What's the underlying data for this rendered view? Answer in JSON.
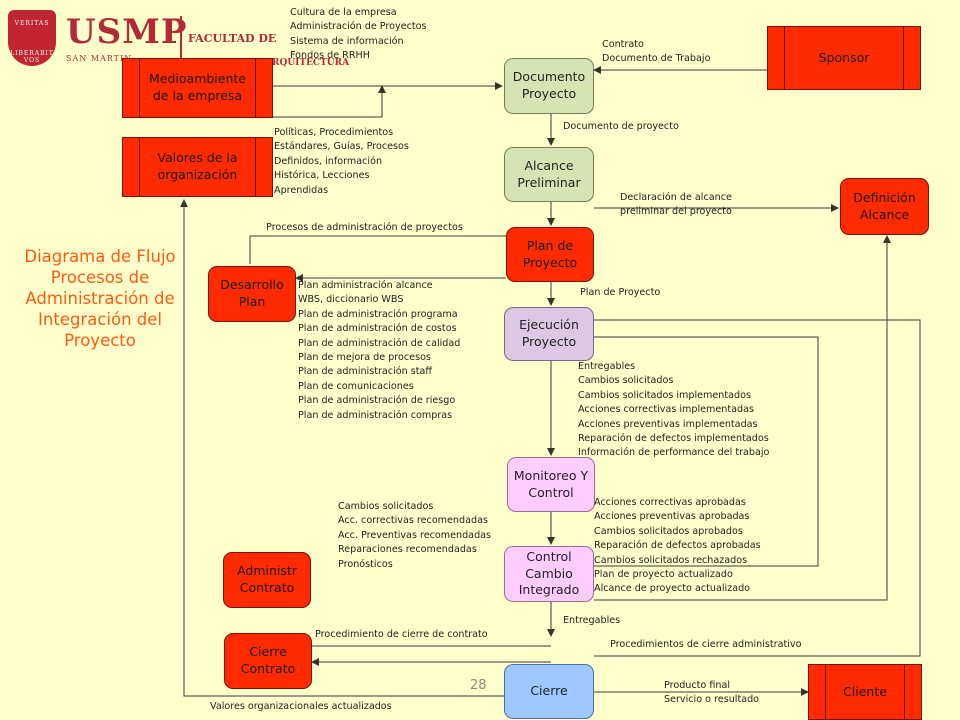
{
  "diagram": {
    "title": "Diagrama de Flujo Procesos de Administración de Integración del Proyecto",
    "page_number": "28",
    "logo": {
      "brand": "USMP",
      "faculty": "FACULTAD DE",
      "university": "SAN MARTIN",
      "shield_top": "VERITAS",
      "shield_bottom": "LIBERABIT VOS",
      "arq": "RQUITECTURA"
    },
    "nodes": {
      "medioambiente": "Medioambiente de la empresa",
      "valores": "Valores de la organización",
      "sponsor": "Sponsor",
      "documento": "Documento Proyecto",
      "alcance": "Alcance Preliminar",
      "definicion": "Definición Alcance",
      "plan": "Plan de Proyecto",
      "desarrollo": "Desarrollo Plan",
      "ejecucion": "Ejecución Proyecto",
      "monitoreo": "Monitoreo Y Control",
      "control": "Control Cambio Integrado",
      "administr": "Administr Contrato",
      "cierre_contrato": "Cierre Contrato",
      "cierre": "Cierre",
      "cliente": "Cliente"
    },
    "labels": {
      "cultura": [
        "Cultura de la empresa",
        "Administración de Proyectos",
        "Sistema de información",
        "Fondos de RRHH"
      ],
      "contrato": [
        "Contrato",
        "Documento de Trabajo"
      ],
      "politicas": [
        "Políticas, Procedimientos",
        "Estándares, Guías, Procesos",
        "Definidos, información",
        "Histórica, Lecciones",
        "Aprendidas"
      ],
      "documento_proyecto": [
        "Documento de proyecto"
      ],
      "declaracion": [
        "Declaración de alcance",
        "preliminar del proyecto"
      ],
      "procesos_admin": [
        "Procesos de administración de proyectos"
      ],
      "plan_de_proyecto": [
        "Plan de Proyecto"
      ],
      "plan_admin": [
        "Plan administración alcance",
        "WBS, diccionario WBS",
        "Plan de administración programa",
        "Plan de administración de costos",
        "Plan de administración de calidad",
        "Plan de mejora de procesos",
        "Plan de administración staff",
        "Plan de comunicaciones",
        "Plan de administración de riesgo",
        "Plan de administración compras"
      ],
      "entregables_ejec": [
        "Entregables",
        "Cambios solicitados",
        "Cambios solicitados implementados",
        "Acciones correctivas implementadas",
        "Acciones preventivas implementadas",
        "Reparación de defectos implementados",
        "Información de performance del trabajo"
      ],
      "cambios_solicitados": [
        "Cambios solicitados",
        "Acc. correctivas recomendadas",
        "Acc. Preventivas recomendadas",
        "Reparaciones recomendadas",
        "Pronósticos"
      ],
      "acciones_aprobadas": [
        "Acciones correctivas aprobadas",
        "Acciones preventivas aprobadas",
        "Cambios solicitados aprobados",
        "Reparación de defectos aprobadas",
        "Cambios solicitados rechazados",
        "Plan de proyecto actualizado",
        "Alcance de proyecto actualizado"
      ],
      "entregables": [
        "Entregables"
      ],
      "proc_cierre_contrato": [
        "Procedimiento de cierre de contrato"
      ],
      "proc_cierre_admin": [
        "Procedimientos de cierre administrativo"
      ],
      "producto_final": [
        "Producto final",
        "Servicio o resultado"
      ],
      "valores_actualizados": [
        "Valores organizacionales actualizados"
      ]
    }
  }
}
